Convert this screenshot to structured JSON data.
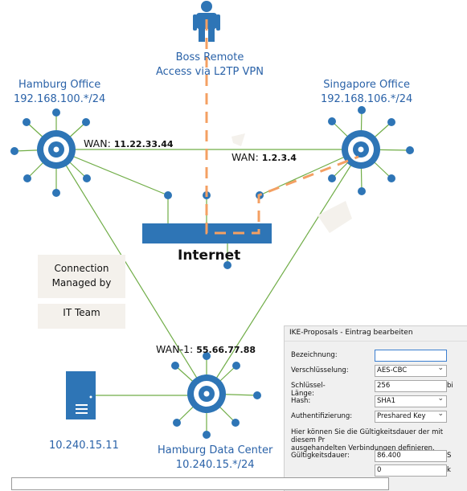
{
  "nodes": {
    "boss": {
      "label": "Boss Remote",
      "label2": "Access via L2TP VPN"
    },
    "hamburg_office": {
      "label": "Hamburg Office",
      "subnet": "192.168.100.*/24",
      "wan_prefix": "WAN:",
      "wan_ip": "11.22.33.44"
    },
    "singapore_office": {
      "label": "Singapore Office",
      "subnet": "192.168.106.*/24",
      "wan_prefix": "WAN:",
      "wan_ip": "1.2.3.4"
    },
    "internet": {
      "label": "Internet"
    },
    "datacenter": {
      "label": "Hamburg Data Center",
      "subnet": "10.240.15.*/24",
      "wan_prefix": "WAN-1:",
      "wan_ip": "55.66.77.88"
    },
    "server": {
      "label": "10.240.15.11"
    }
  },
  "notes": {
    "line1": "Connection",
    "line2": "Managed by",
    "line3": "IT Team"
  },
  "dialog": {
    "title": "IKE-Proposals - Eintrag bearbeiten",
    "fields": {
      "bezeichnung": {
        "label": "Bezeichnung:",
        "value": ""
      },
      "verschluesselung": {
        "label": "Verschlüsselung:",
        "value": "AES-CBC"
      },
      "schluessel_laenge": {
        "label": "Schlüssel-Länge:",
        "value": "256",
        "unit": "bi"
      },
      "hash": {
        "label": "Hash:",
        "value": "SHA1"
      },
      "authentifizierung": {
        "label": "Authentifizierung:",
        "value": "Preshared Key"
      }
    },
    "hint_line1": "Hier können Sie die Gültigkeitsdauer der mit diesem Pr",
    "hint_line2": "ausgehandelten Verbindungen definieren.",
    "gueltigkeit": {
      "label": "Gültigkeitsdauer:",
      "value": "86.400",
      "unit": "S",
      "value2": "0",
      "unit2": "k"
    }
  },
  "colors": {
    "blue": "#2e75b6",
    "green": "#70ad47",
    "orange": "#f4a063",
    "accent_text": "#2a62a8"
  }
}
